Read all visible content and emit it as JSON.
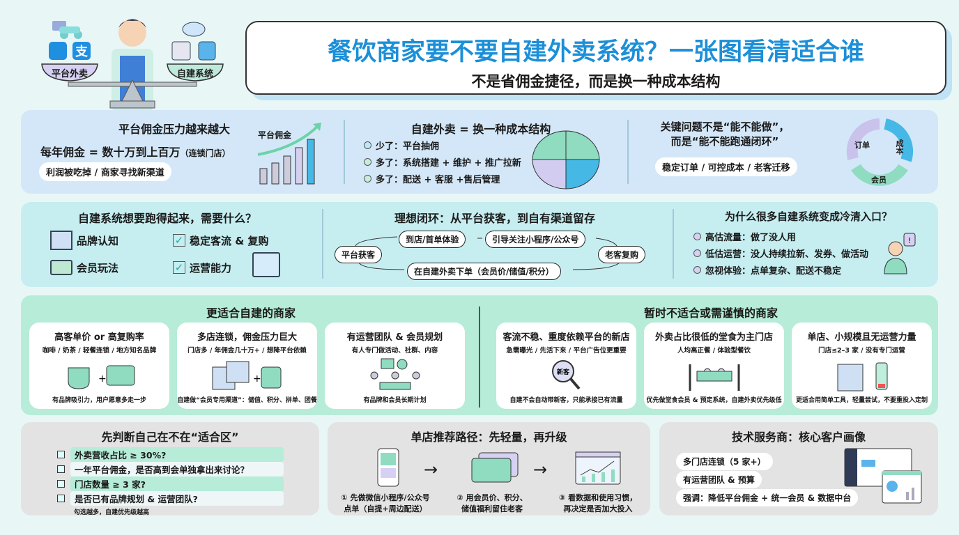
{
  "header": {
    "title": "餐饮商家要不要自建外卖系统？一张图看清适合谁",
    "subtitle": "不是省佣金捷径，而是换一种成本结构",
    "left_label": "平台外卖",
    "right_label": "自建系统",
    "left_icons": [
      "delivery-scooter-icon",
      "meituan-app-icon",
      "alipay-app-icon"
    ],
    "right_icons": [
      "cloud-icon",
      "server-icon",
      "tablet-icon"
    ]
  },
  "row1": {
    "col1": {
      "title": "平台佣金压力越来越大",
      "main": "每年佣金 = 数十万到上百万",
      "note": "（连锁门店）",
      "pill": "利润被吃掉 / 商家寻找新渠道",
      "chart_label": "平台佣金"
    },
    "col2": {
      "title": "自建外卖 = 换一种成本结构",
      "items": [
        "少了：平台抽佣",
        "多了：系统搭建 + 维护 + 推广拉新",
        "多了：配送 + 客服 +售后管理"
      ]
    },
    "col3": {
      "title_line1": "关键问题不是“能不能做”，",
      "title_line2": "而是“能不能跑通闭环”",
      "pill": "稳定订单 / 可控成本 / 老客迁移",
      "cycle": [
        "订单",
        "成本",
        "会员"
      ]
    }
  },
  "row2": {
    "col1": {
      "title": "自建系统想要跑得起来，需要什么？",
      "items": [
        "品牌认知",
        "稳定客流 & 复购",
        "会员玩法",
        "运营能力"
      ]
    },
    "col2": {
      "title": "理想闭环：从平台获客，到自有渠道留存",
      "nodes": [
        "平台获客",
        "到店/首单体验",
        "引导关注小程序/公众号",
        "老客复购",
        "在自建外卖下单（会员价/储值/积分）"
      ]
    },
    "col3": {
      "title": "为什么很多自建系统变成冷清入口？",
      "items": [
        "高估流量：做了没人用",
        "低估运营：没人持续拉新、发券、做活动",
        "忽视体验：点单复杂、配送不稳定"
      ]
    }
  },
  "row3": {
    "suitable": {
      "title": "更适合自建的商家",
      "cards": [
        {
          "title": "高客单价 or 高复购率",
          "sub": "咖啡 / 奶茶 / 轻餐连锁 / 地方知名品牌",
          "bottom": "有品牌吸引力，用户愿意多走一步"
        },
        {
          "title": "多店连锁，佣金压力巨大",
          "sub": "门店多 / 年佣金几十万+ / 想降平台依赖",
          "bottom": "自建做“会员专用渠道”：储值、积分、拼单、团餐"
        },
        {
          "title": "有运营团队 & 会员规划",
          "sub": "有人专门做活动、社群、内容",
          "bottom": "有品牌和会员长期计划"
        }
      ]
    },
    "unsuitable": {
      "title": "暂时不适合或需谨慎的商家",
      "cards": [
        {
          "title": "客流不稳、重度依赖平台的新店",
          "sub": "急需曝光 / 先活下来 / 平台广告位更重要",
          "bottom": "自建不会自动带新客，只能承接已有流量",
          "icon_text": "新客"
        },
        {
          "title": "外卖占比很低的堂食为主门店",
          "sub": "人均高正餐 / 体验型餐饮",
          "bottom": "优先做堂食会员 & 预定系统，自建外卖优先级低"
        },
        {
          "title": "单店、小规模且无运营力量",
          "sub": "门店≤2–3 家 / 没有专门运营",
          "bottom": "更适合用简单工具，轻量尝试，不要重投入定制"
        }
      ]
    }
  },
  "row4": {
    "check": {
      "title": "先判断自己在不在“适合区”",
      "items": [
        "外卖营收占比 ≥ 30%?",
        "一年平台佣金，是否高到会单独拿出来讨论？",
        "门店数量 ≥ 3 家?",
        "是否已有品牌规划 & 运营团队?"
      ],
      "note": "勾选越多，自建优先级越高"
    },
    "path": {
      "title": "单店推荐路径：先轻量，再升级",
      "steps": [
        {
          "l1": "① 先做微信小程序/公众号",
          "l2": "点单（自提+周边配送）"
        },
        {
          "l1": "② 用会员价、积分、",
          "l2": "储值福利留住老客"
        },
        {
          "l1": "③ 看数据和使用习惯，",
          "l2": "再决定是否加大投入"
        }
      ],
      "arrow": "→"
    },
    "provider": {
      "title": "技术服务商：核心客户画像",
      "items": [
        "多门店连锁（5 家+）",
        "有运营团队 & 预算",
        "强调：降低平台佣金 + 统一会员 & 数据中台"
      ]
    }
  },
  "colors": {
    "title_blue": "#1c8fd8",
    "row1_bg": "#d4e7f8",
    "row2_bg": "#c6eef1",
    "row3_bg": "#b6ecd8",
    "row4_bg": "#e3e3e3",
    "mint": "#7fd8b0",
    "lavender": "#c9c3ec",
    "sky": "#45b8e6"
  }
}
